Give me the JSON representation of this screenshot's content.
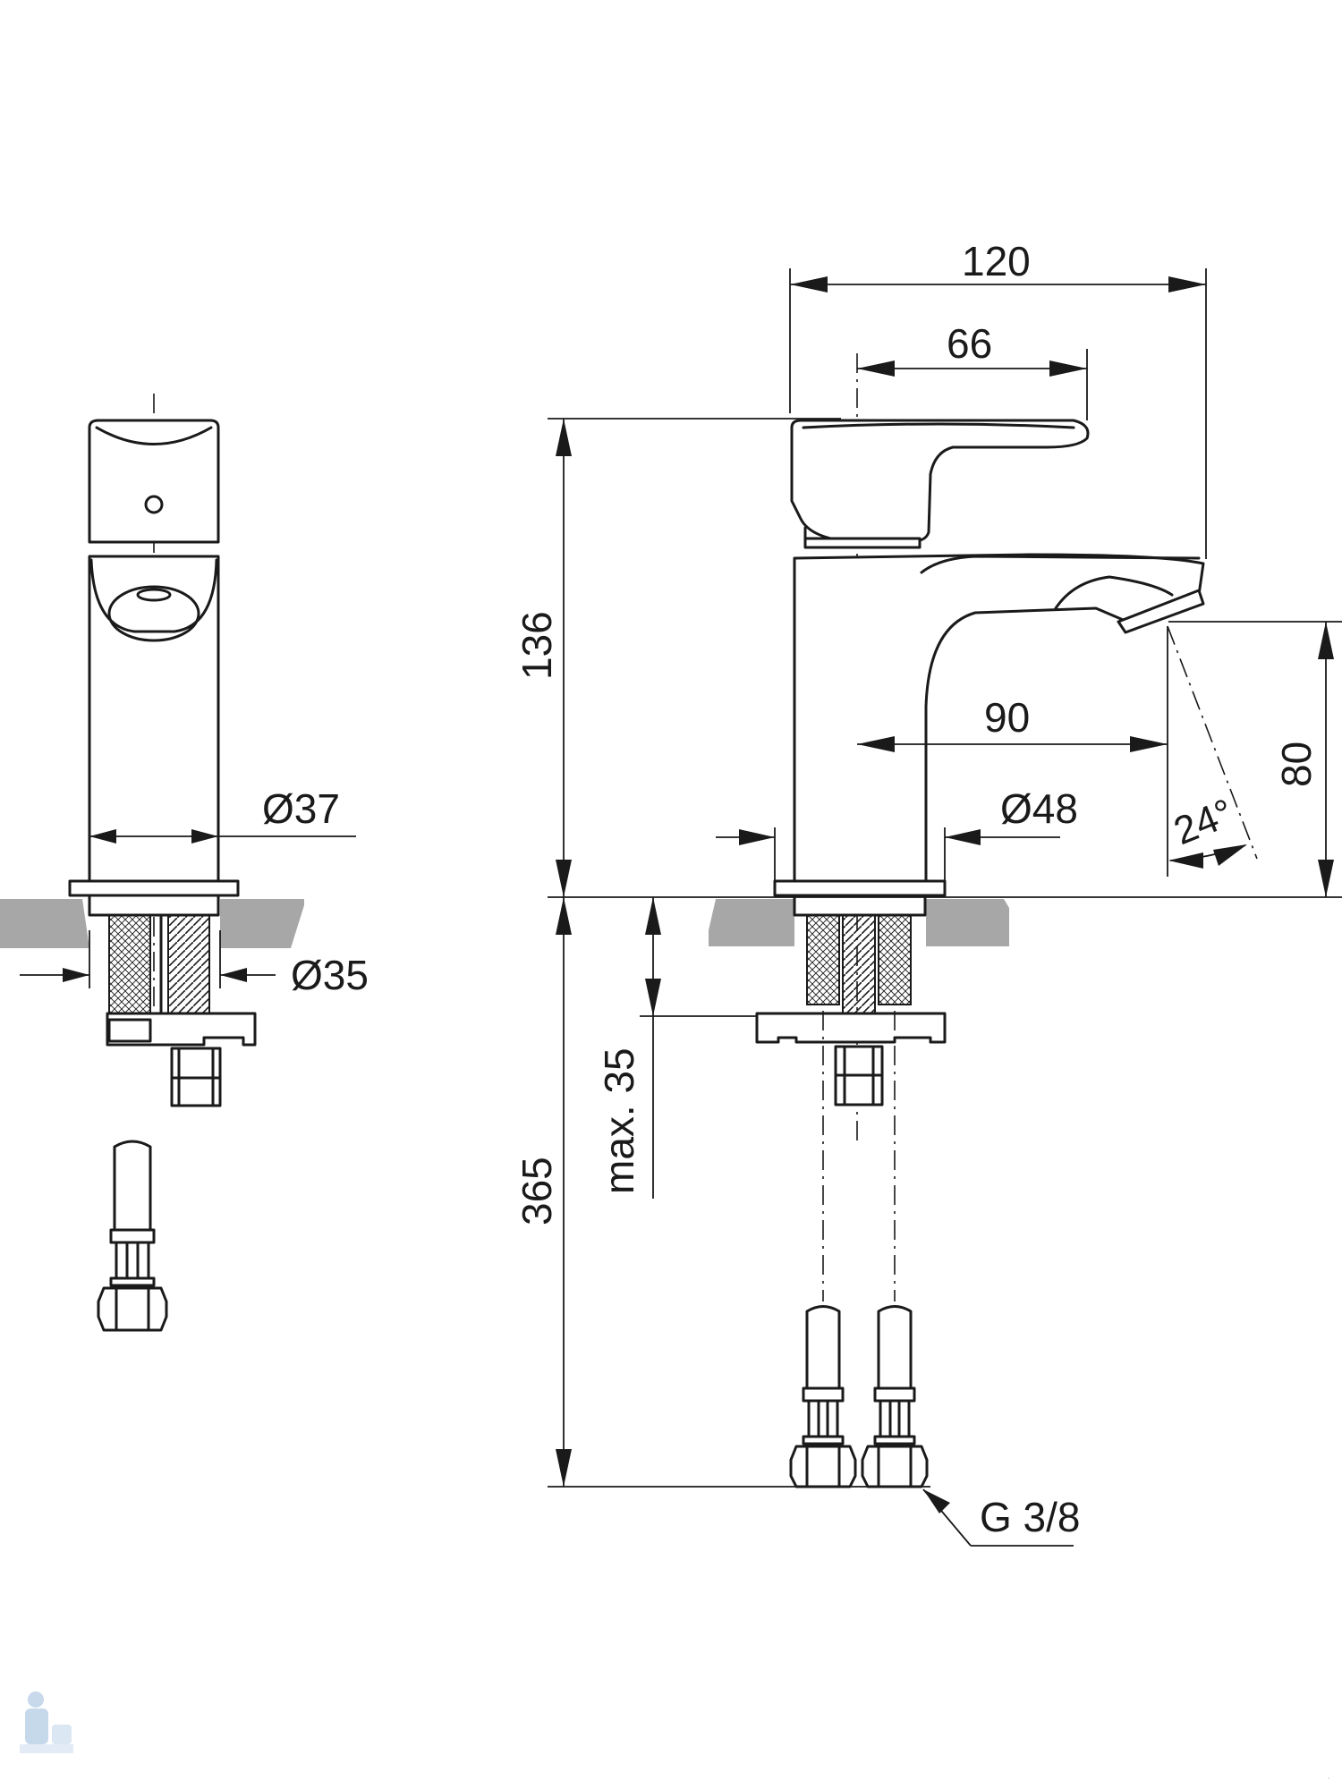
{
  "dimensions": {
    "width_total": "120",
    "handle_reach": "66",
    "height_top": "136",
    "spout_reach": "90",
    "spout_height": "80",
    "spout_angle": "24°",
    "body_diameter_side": "Ø37",
    "body_diameter_front": "Ø48",
    "hole_diameter": "Ø35",
    "max_thickness": "max. 35",
    "hose_length": "365",
    "thread": "G 3/8"
  },
  "colors": {
    "line": "#1a1a1a",
    "countertop": "#a7a7a7",
    "background": "#ffffff"
  },
  "icons": {
    "corner_logo": "plumber-mascot-icon"
  }
}
